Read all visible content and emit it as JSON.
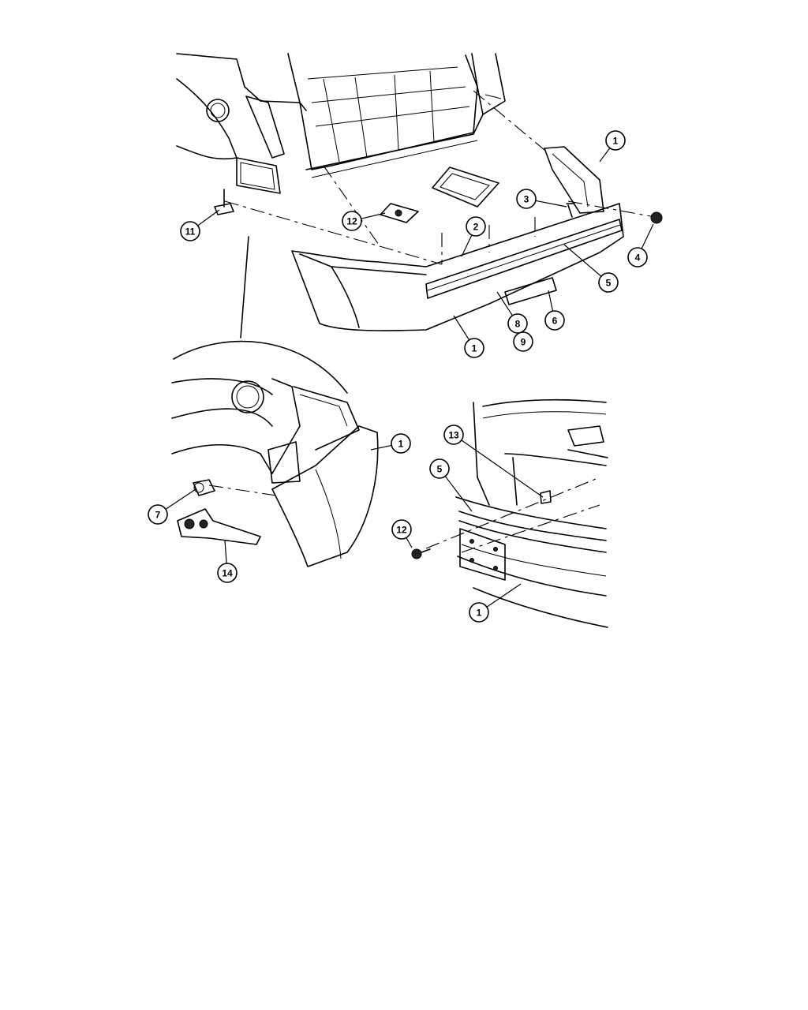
{
  "callouts": [
    {
      "label": "1"
    },
    {
      "label": "2"
    },
    {
      "label": "3"
    },
    {
      "label": "4"
    },
    {
      "label": "5"
    },
    {
      "label": "6"
    },
    {
      "label": "8"
    },
    {
      "label": "9"
    },
    {
      "label": "1"
    },
    {
      "label": "11"
    },
    {
      "label": "12"
    },
    {
      "label": "1"
    },
    {
      "label": "7"
    },
    {
      "label": "14"
    },
    {
      "label": "13"
    },
    {
      "label": "5"
    },
    {
      "label": "12"
    },
    {
      "label": "1"
    }
  ]
}
